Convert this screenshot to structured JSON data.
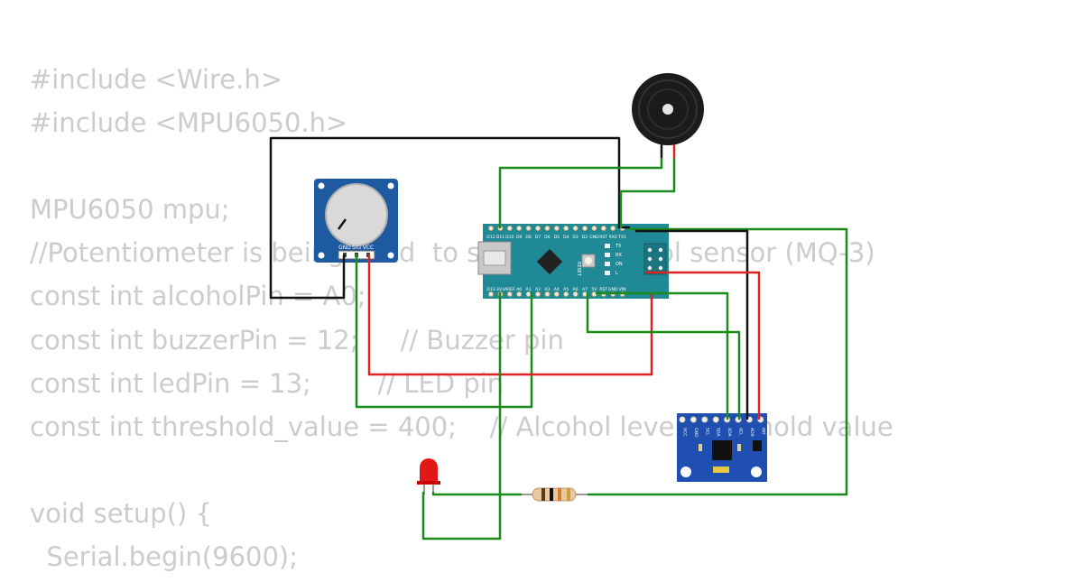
{
  "code_lines": [
    "#include <Wire.h>",
    "#include <MPU6050.h>",
    "",
    "MPU6050 mpu;",
    "//Potentiometer is being used  to simulate alcohol sensor (MQ-3)",
    "const int alcoholPin = A0;",
    "const int buzzerPin = 12;     // Buzzer pin",
    "const int ledPin = 13;        // LED pin",
    "const int threshold_value = 400;    // Alcohol level threshold value",
    "",
    "void setup() {",
    "  Serial.begin(9600);"
  ],
  "potentiometer": {
    "pins": [
      "GND",
      "SIG",
      "VCC"
    ]
  },
  "arduino_nano": {
    "top_pins": [
      "D12",
      "D11",
      "D10",
      "D9",
      "D8",
      "D7",
      "D6",
      "D5",
      "D4",
      "D3",
      "D2",
      "GND",
      "RST",
      "RX0",
      "TX1"
    ],
    "bottom_pins": [
      "D13",
      "3V3",
      "AREF",
      "A0",
      "A1",
      "A2",
      "A3",
      "A4",
      "A5",
      "A6",
      "A7",
      "5V",
      "RST",
      "GND",
      "VIN"
    ],
    "leds": [
      "TX",
      "RX",
      "ON",
      "L"
    ],
    "reset_label": "RESET"
  },
  "mpu6050": {
    "pins": [
      "VCC",
      "GND",
      "SCL",
      "SDA",
      "XDA",
      "XCL",
      "AD0",
      "INT"
    ]
  },
  "colors": {
    "wire_green": "#1a8a1a",
    "wire_red": "#dd2222",
    "wire_black": "#111111",
    "board_teal": "#1f8a96",
    "mpu_blue": "#1f4fb0",
    "pot_blue": "#1e5aa0",
    "code_gray": "#cccccc"
  }
}
